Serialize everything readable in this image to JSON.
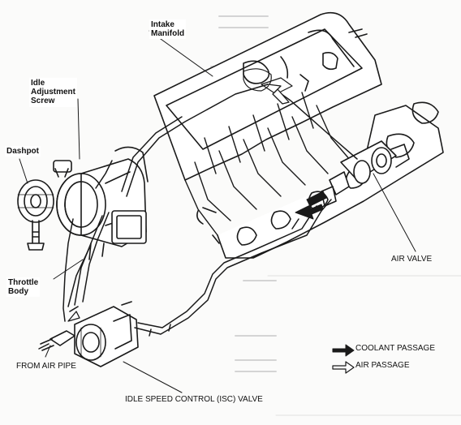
{
  "labels": {
    "intake_manifold": "Intake\nManifold",
    "idle_adjustment_screw": "Idle\nAdjustment\nScrew",
    "dashpot": "Dashpot",
    "throttle_body": "Throttle\nBody",
    "air_valve": "AIR VALVE",
    "from_air_pipe": "FROM AIR PIPE",
    "isc_valve": "IDLE SPEED CONTROL (ISC) VALVE"
  },
  "legend": {
    "coolant": "COOLANT PASSAGE",
    "air": "AIR PASSAGE"
  },
  "colors": {
    "line": "#1a1a1a",
    "background": "#fbfbfa",
    "faint_text": "#c8c8c8"
  },
  "icons": {
    "coolant": "solid-arrow-icon",
    "air": "hollow-arrow-icon"
  }
}
